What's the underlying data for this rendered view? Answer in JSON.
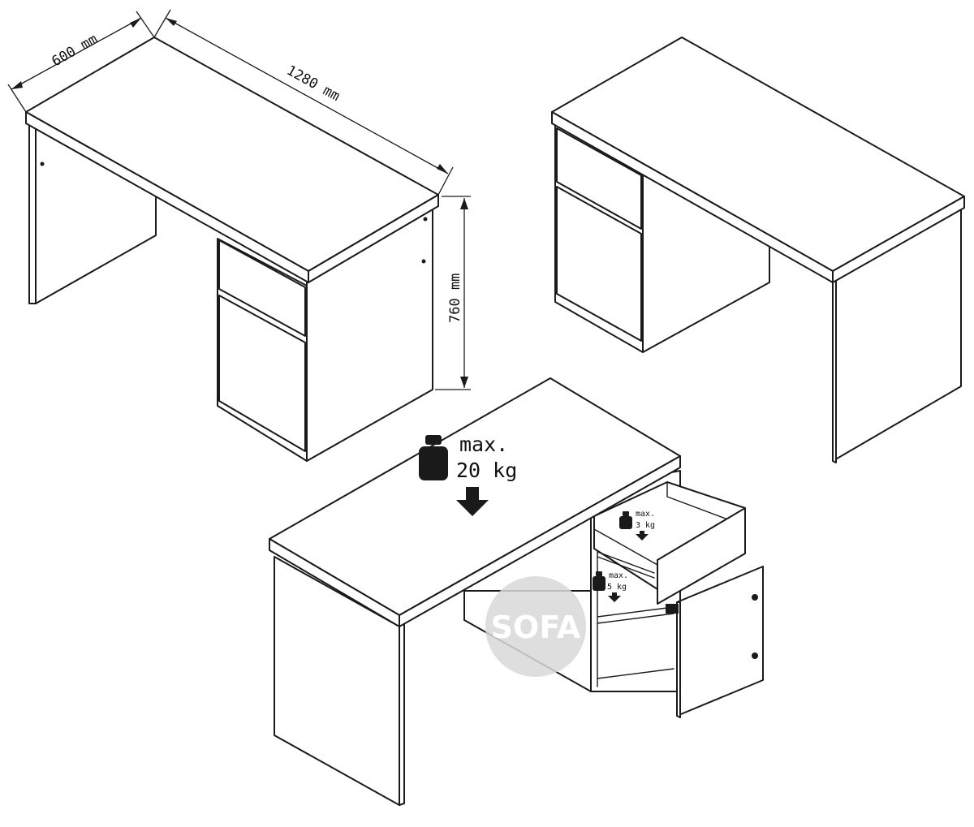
{
  "dimensions": {
    "depth_label": "600 mm",
    "width_label": "1280 mm",
    "height_label": "760 mm"
  },
  "loads": {
    "top_max_label": "max.",
    "top_weight_label": "20 kg",
    "drawer_max_label": "max.",
    "drawer_weight_label": "3 kg",
    "shelf_max_label": "max.",
    "shelf_weight_label": "5 kg"
  },
  "watermark": {
    "text": "SOFA",
    "circle_color": "#d9d9d9"
  },
  "colors": {
    "line": "#1a1a1a",
    "background": "#ffffff"
  }
}
